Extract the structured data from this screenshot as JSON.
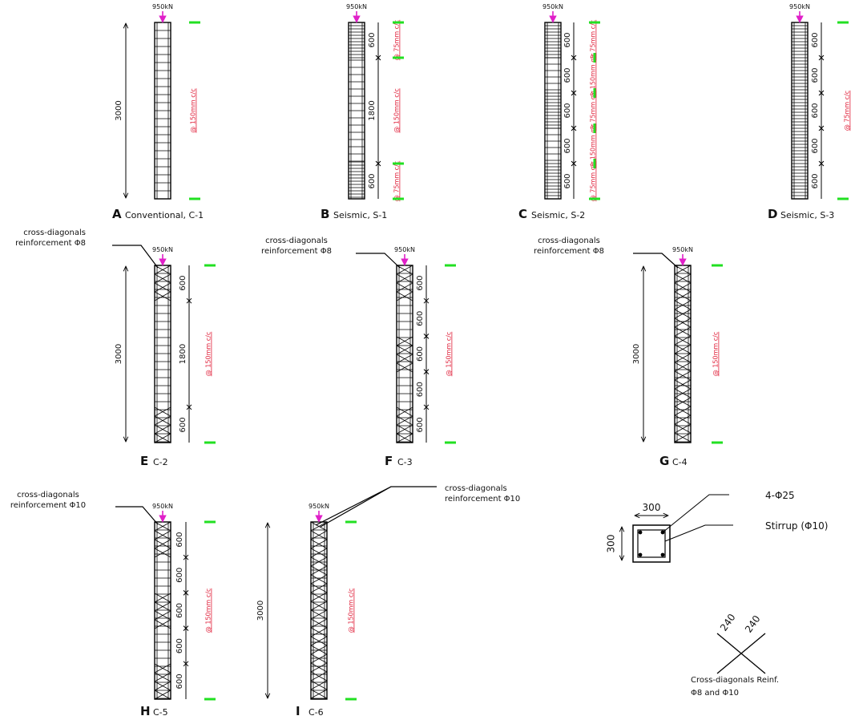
{
  "load_label": "950kN",
  "colors": {
    "load_arrow": "#e020c8",
    "spacing_text": "#e0203a",
    "support_mark": "#22e022",
    "line": "#000000"
  },
  "annotations": {
    "cross_diag_8": [
      "cross-diagonals",
      "reinforcement Φ8"
    ],
    "cross_diag_10": [
      "cross-diagonals",
      "reinforcement Φ10"
    ]
  },
  "panels": [
    {
      "letter": "A",
      "caption": "Conventional, C-1",
      "overall_dim": "3000",
      "segments": [],
      "spacing_labels": [
        "@ 150mm c/c"
      ]
    },
    {
      "letter": "B",
      "caption": "Seismic, S-1",
      "segments": [
        "600",
        "1800",
        "600"
      ],
      "spacing_labels": [
        "@ 75mm c/c",
        "@ 150mm c/c",
        "@ 75mm c/c"
      ]
    },
    {
      "letter": "C",
      "caption": "Seismic, S-2",
      "segments": [
        "600",
        "600",
        "600",
        "600",
        "600"
      ],
      "spacing_labels": [
        "@ 75mm c/c",
        "@ 150mm c/c",
        "@ 75mm c/c",
        "@ 150mm c/c",
        "@ 75mm c/c"
      ]
    },
    {
      "letter": "D",
      "caption": "Seismic, S-3",
      "segments": [
        "600",
        "600",
        "600",
        "600",
        "600"
      ],
      "spacing_labels": [
        "@ 75mm c/c"
      ]
    },
    {
      "letter": "E",
      "caption": "C-2",
      "overall_dim": "3000",
      "segments": [
        "600",
        "1800",
        "600"
      ],
      "spacing_labels": [
        "@ 150mm c/c"
      ]
    },
    {
      "letter": "F",
      "caption": "C-3",
      "segments": [
        "600",
        "600",
        "600",
        "600",
        "600"
      ],
      "spacing_labels": [
        "@ 150mm c/c"
      ]
    },
    {
      "letter": "G",
      "caption": "C-4",
      "overall_dim": "3000",
      "segments": [],
      "spacing_labels": [
        "@ 150mm c/c"
      ]
    },
    {
      "letter": "H",
      "caption": "C-5",
      "segments": [
        "600",
        "600",
        "600",
        "600",
        "600"
      ],
      "spacing_labels": [
        "@ 150mm c/c"
      ]
    },
    {
      "letter": "I",
      "caption": "C-6",
      "overall_dim": "3000",
      "segments": [],
      "spacing_labels": [
        "@ 150mm c/c"
      ]
    }
  ],
  "section": {
    "width": "300",
    "height": "300",
    "main_bars": "4-Φ25",
    "stirrup": "Stirrup (Φ10)"
  },
  "cross_detail": {
    "leg1": "240",
    "leg2": "240",
    "caption": [
      "Cross-diagonals Reinf.",
      "Φ8 and Φ10"
    ]
  }
}
